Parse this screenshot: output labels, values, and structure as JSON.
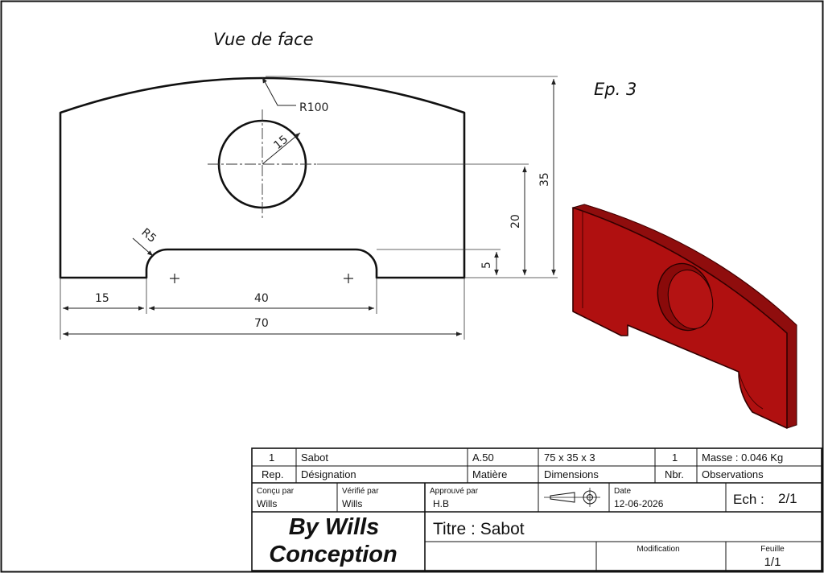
{
  "view_title": "Vue de face",
  "thickness_note": "Ep. 3",
  "dimensions": {
    "radius_arc": "R100",
    "hole_diameter": "15",
    "notch_radius": "R5",
    "height_total": "35",
    "hole_height": "20",
    "notch_depth": "5",
    "left_offset": "15",
    "notch_width": "40",
    "total_width": "70"
  },
  "model_color": "#b01010",
  "parts_list": {
    "row": {
      "rep": "1",
      "designation": "Sabot",
      "matiere": "A.50",
      "dimensions": "75 x 35 x 3",
      "nbr": "1",
      "observations": "Masse : 0.046 Kg"
    },
    "headers": {
      "rep": "Rep.",
      "designation": "Désignation",
      "matiere": "Matière",
      "dimensions": "Dimensions",
      "nbr": "Nbr.",
      "observations": "Observations"
    }
  },
  "title_block": {
    "concu_label": "Conçu par",
    "concu_value": "Wills",
    "verifie_label": "Vérifié par",
    "verifie_value": "Wills",
    "approuve_label": "Approuvé par",
    "approuve_value": "H.B",
    "date_label": "Date",
    "date_value": "12-06-2026",
    "scale_label": "Ech :",
    "scale_value": "2/1",
    "company_line1": "By Wills",
    "company_line2": "Conception",
    "title": "Titre : Sabot",
    "modification_label": "Modification",
    "sheet_label": "Feuille",
    "sheet_value": "1/1",
    "projection_symbol": "first-angle-projection-icon"
  }
}
